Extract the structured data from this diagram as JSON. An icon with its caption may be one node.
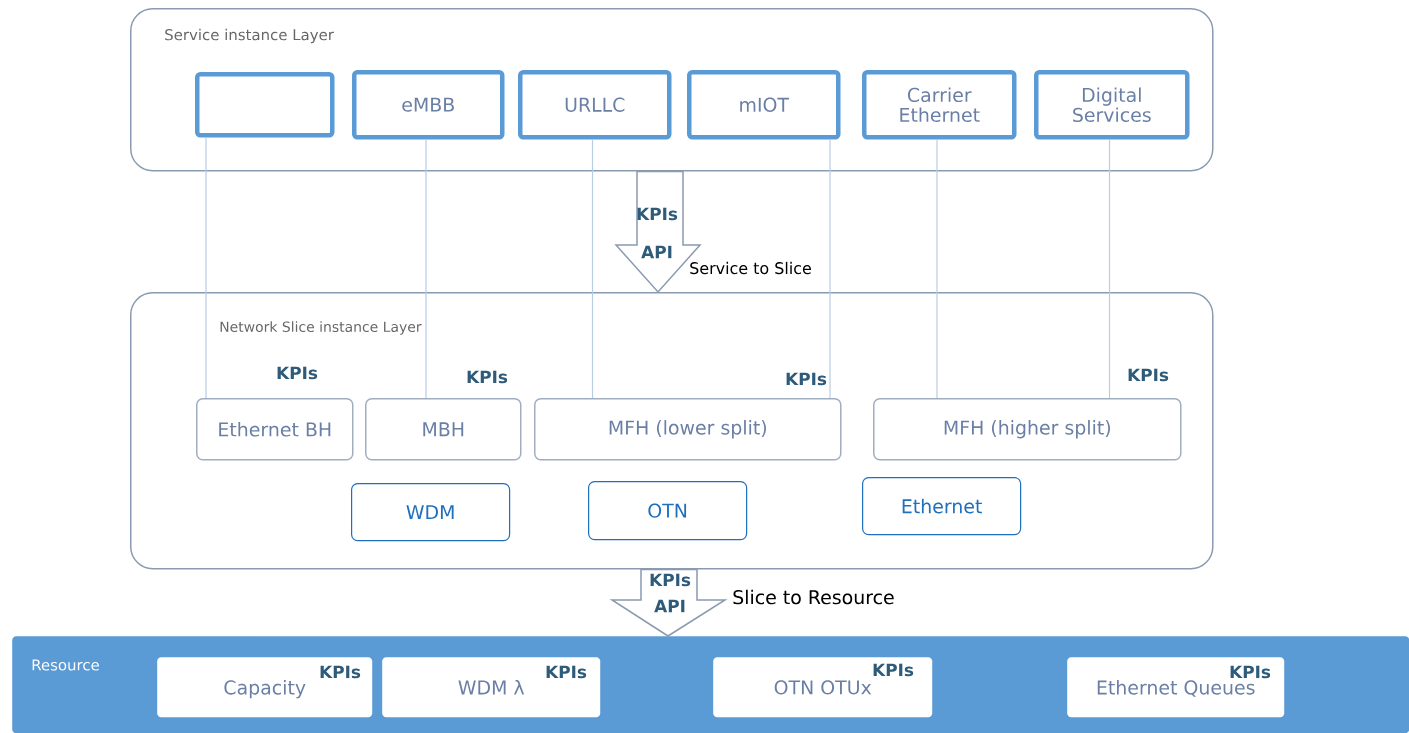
{
  "diagram": {
    "nodes": [
      {
        "text": [
          "Service instance Layer"
        ]
      },
      {
        "text": [],
        "shape": "box",
        "in": 0
      },
      {
        "text": [
          "eMBB"
        ],
        "in": 0
      },
      {
        "text": [
          "URLLC"
        ],
        "in": 0
      },
      {
        "text": [
          "mIOT"
        ],
        "in": 0
      },
      {
        "text": [
          "Carrier Ethernet"
        ],
        "in": 0
      },
      {
        "text": [
          "Digital Services"
        ],
        "in": 0
      },
      {
        "text": [
          "Network Slice instance Layer"
        ]
      },
      {
        "text": [
          "Ethernet BH"
        ],
        "in": 7
      },
      {
        "text": [
          "MBH"
        ],
        "in": 7
      },
      {
        "text": [
          "MFH (lower split)"
        ],
        "in": 7
      },
      {
        "text": [
          "MFH (higher split)"
        ],
        "in": 7
      },
      {
        "text": [
          "WDM"
        ],
        "in": 7
      },
      {
        "text": [
          "OTN"
        ],
        "in": 7
      },
      {
        "text": [
          "Ethernet"
        ],
        "in": 7
      },
      {
        "text": [
          "Resource"
        ]
      },
      {
        "text": [
          "Capacity"
        ],
        "in": 15
      },
      {
        "text": [
          "WDM λ"
        ],
        "in": 15
      },
      {
        "text": [
          "OTN OTUx"
        ],
        "in": 15
      },
      {
        "text": [
          "Ethernet Queues"
        ],
        "in": 15
      }
    ],
    "edges": [
      {
        "from": 1,
        "to": 8,
        "arrow": "none"
      },
      {
        "from": 2,
        "to": 9,
        "arrow": "none"
      },
      {
        "from": 3,
        "to": 10,
        "arrow": "none"
      },
      {
        "from": 4,
        "to": 10,
        "arrow": "none"
      },
      {
        "from": 5,
        "to": 11,
        "arrow": "none"
      },
      {
        "from": 6,
        "to": 11,
        "arrow": "none"
      },
      {
        "from": 0,
        "to": 7,
        "arrow": "to",
        "label": "Service to Slice"
      },
      {
        "from": 7,
        "to": 15,
        "arrow": "to",
        "label": "Slice to Resource"
      }
    ],
    "labels": [
      "KPIs",
      "API",
      "KPIs",
      "KPIs",
      "KPIs",
      "KPIs",
      "KPIs",
      "API",
      "KPIs",
      "KPIs",
      "KPIs",
      "KPIs"
    ]
  }
}
